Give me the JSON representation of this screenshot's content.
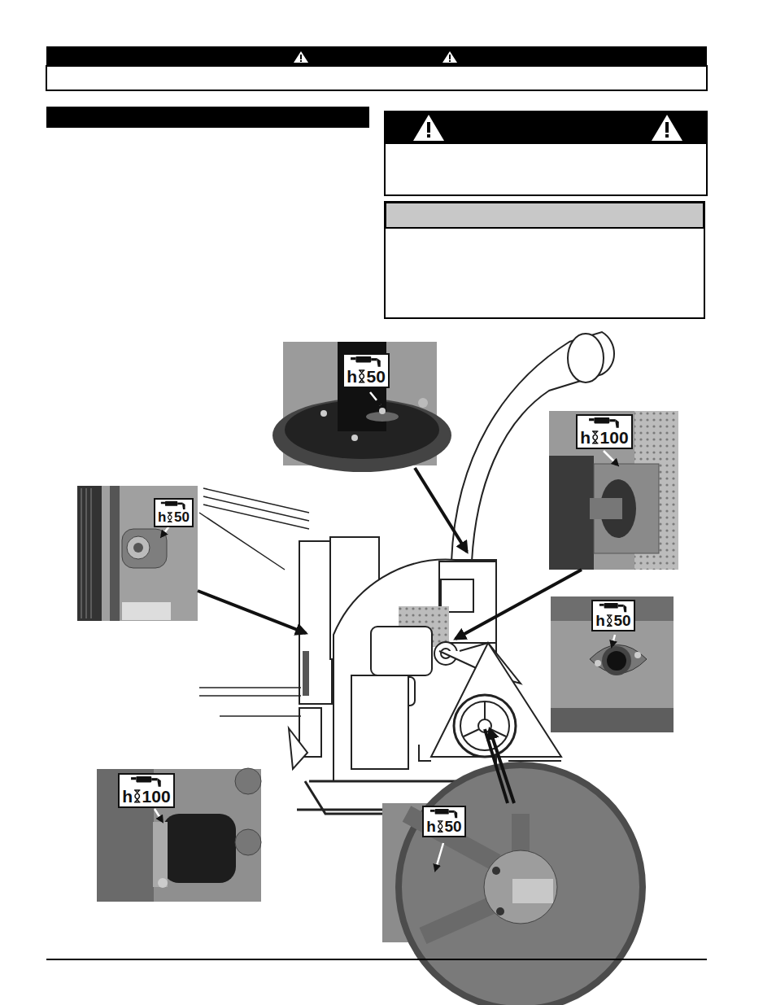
{
  "diagram": {
    "nodes": [
      {
        "text": [
          "h",
          "50"
        ]
      },
      {
        "text": [
          "h",
          "100"
        ]
      },
      {
        "text": [
          "h",
          "50"
        ]
      },
      {
        "text": [
          "h",
          "50"
        ]
      },
      {
        "text": [
          "h",
          "100"
        ]
      },
      {
        "text": [
          "h",
          "50"
        ]
      }
    ]
  }
}
